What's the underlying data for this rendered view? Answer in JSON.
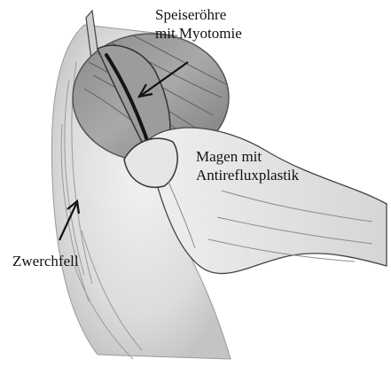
{
  "labels": {
    "esophagus_line1": "Speiseröhre",
    "esophagus_line2": "mit Myotomie",
    "stomach_line1": "Magen mit",
    "stomach_line2": "Antirefluxplastik",
    "diaphragm": "Zwerchfell"
  },
  "colors": {
    "ink": "#111111",
    "background": "#ffffff",
    "tissue_light": "#e4e4e4",
    "tissue_mid": "#b9b9b9",
    "tissue_dark": "#6f6f6f"
  }
}
